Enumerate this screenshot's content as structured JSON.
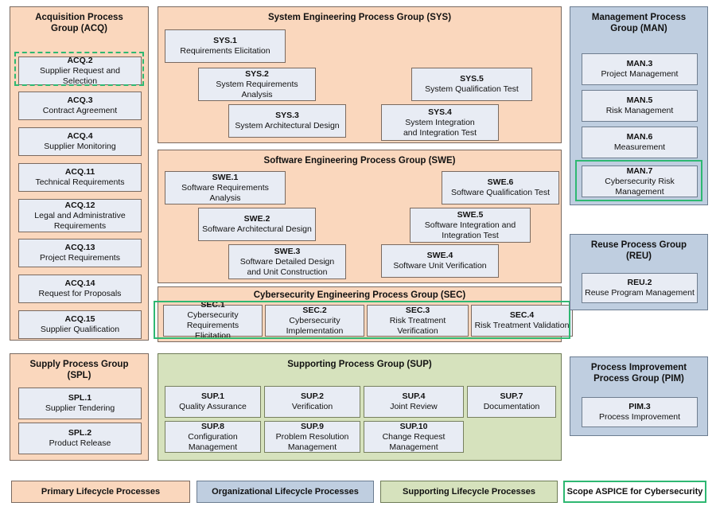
{
  "diagram": {
    "title": "Automotive SPICE Process Reference Model with Cybersecurity Scope",
    "colors": {
      "primary_lifecycle": "#fad7bd",
      "organizational_lifecycle": "#bfcee0",
      "supporting_lifecycle": "#d6e2bd",
      "process_box_fill": "#e8ecf4",
      "scope_highlight": "#2eb872",
      "box_border": "#7a6a60"
    }
  },
  "groups": {
    "acq": {
      "title_line1": "Acquisition Process",
      "title_line2": "Group (ACQ)",
      "category": "primary",
      "processes": [
        {
          "id": "ACQ.2",
          "name_line1": "Supplier Request and Selection",
          "name_line2": "",
          "highlight": "dashed"
        },
        {
          "id": "ACQ.3",
          "name_line1": "Contract Agreement",
          "name_line2": "",
          "highlight": "none"
        },
        {
          "id": "ACQ.4",
          "name_line1": "Supplier Monitoring",
          "name_line2": "",
          "highlight": "none"
        },
        {
          "id": "ACQ.11",
          "name_line1": "Technical Requirements",
          "name_line2": "",
          "highlight": "none"
        },
        {
          "id": "ACQ.12",
          "name_line1": "Legal and Administrative",
          "name_line2": "Requirements",
          "highlight": "none"
        },
        {
          "id": "ACQ.13",
          "name_line1": "Project Requirements",
          "name_line2": "",
          "highlight": "none"
        },
        {
          "id": "ACQ.14",
          "name_line1": "Request for Proposals",
          "name_line2": "",
          "highlight": "none"
        },
        {
          "id": "ACQ.15",
          "name_line1": "Supplier Qualification",
          "name_line2": "",
          "highlight": "none"
        }
      ]
    },
    "sys": {
      "title": "System Engineering Process Group (SYS)",
      "category": "primary",
      "processes": [
        {
          "id": "SYS.1",
          "name_line1": "Requirements Elicitation",
          "name_line2": ""
        },
        {
          "id": "SYS.2",
          "name_line1": "System Requirements Analysis",
          "name_line2": ""
        },
        {
          "id": "SYS.3",
          "name_line1": "System Architectural Design",
          "name_line2": ""
        },
        {
          "id": "SYS.5",
          "name_line1": "System Qualification Test",
          "name_line2": ""
        },
        {
          "id": "SYS.4",
          "name_line1": "System Integration",
          "name_line2": "and Integration Test"
        }
      ]
    },
    "swe": {
      "title": "Software Engineering Process Group (SWE)",
      "category": "primary",
      "processes": [
        {
          "id": "SWE.1",
          "name_line1": "Software Requirements Analysis",
          "name_line2": ""
        },
        {
          "id": "SWE.2",
          "name_line1": "Software Architectural Design",
          "name_line2": ""
        },
        {
          "id": "SWE.3",
          "name_line1": "Software Detailed Design",
          "name_line2": "and Unit Construction"
        },
        {
          "id": "SWE.6",
          "name_line1": "Software Qualification Test",
          "name_line2": ""
        },
        {
          "id": "SWE.5",
          "name_line1": "Software Integration and",
          "name_line2": "Integration Test"
        },
        {
          "id": "SWE.4",
          "name_line1": "Software Unit Verification",
          "name_line2": ""
        }
      ]
    },
    "sec": {
      "title": "Cybersecurity Engineering Process Group (SEC)",
      "category": "primary",
      "highlight": "solid",
      "processes": [
        {
          "id": "SEC.1",
          "name_line1": "Cybersecurity Requirements",
          "name_line2": "Elicitation"
        },
        {
          "id": "SEC.2",
          "name_line1": "Cybersecurity",
          "name_line2": "Implementation"
        },
        {
          "id": "SEC.3",
          "name_line1": "Risk Treatment Verification",
          "name_line2": ""
        },
        {
          "id": "SEC.4",
          "name_line1": "Risk Treatment Validation",
          "name_line2": ""
        }
      ]
    },
    "man": {
      "title_line1": "Management Process",
      "title_line2": "Group (MAN)",
      "category": "organizational",
      "processes": [
        {
          "id": "MAN.3",
          "name_line1": "Project Management",
          "name_line2": "",
          "highlight": "none"
        },
        {
          "id": "MAN.5",
          "name_line1": "Risk Management",
          "name_line2": "",
          "highlight": "none"
        },
        {
          "id": "MAN.6",
          "name_line1": "Measurement",
          "name_line2": "",
          "highlight": "none"
        },
        {
          "id": "MAN.7",
          "name_line1": "Cybersecurity Risk Management",
          "name_line2": "",
          "highlight": "solid"
        }
      ]
    },
    "reu": {
      "title_line1": "Reuse Process Group",
      "title_line2": "(REU)",
      "category": "organizational",
      "processes": [
        {
          "id": "REU.2",
          "name_line1": "Reuse Program Management",
          "name_line2": "",
          "highlight": "none"
        }
      ]
    },
    "pim": {
      "title_line1": "Process Improvement",
      "title_line2": "Process Group (PIM)",
      "category": "organizational",
      "processes": [
        {
          "id": "PIM.3",
          "name_line1": "Process Improvement",
          "name_line2": "",
          "highlight": "none"
        }
      ]
    },
    "spl": {
      "title_line1": "Supply Process Group",
      "title_line2": "(SPL)",
      "category": "primary",
      "processes": [
        {
          "id": "SPL.1",
          "name_line1": "Supplier Tendering",
          "name_line2": "",
          "highlight": "none"
        },
        {
          "id": "SPL.2",
          "name_line1": "Product Release",
          "name_line2": "",
          "highlight": "none"
        }
      ]
    },
    "sup": {
      "title": "Supporting Process Group (SUP)",
      "category": "supporting",
      "processes": [
        {
          "id": "SUP.1",
          "name_line1": "Quality Assurance",
          "name_line2": ""
        },
        {
          "id": "SUP.2",
          "name_line1": "Verification",
          "name_line2": ""
        },
        {
          "id": "SUP.4",
          "name_line1": "Joint Review",
          "name_line2": ""
        },
        {
          "id": "SUP.7",
          "name_line1": "Documentation",
          "name_line2": ""
        },
        {
          "id": "SUP.8",
          "name_line1": "Configuration Management",
          "name_line2": ""
        },
        {
          "id": "SUP.9",
          "name_line1": "Problem Resolution",
          "name_line2": "Management"
        },
        {
          "id": "SUP.10",
          "name_line1": "Change Request",
          "name_line2": "Management"
        }
      ]
    }
  },
  "legend": {
    "items": [
      {
        "label": "Primary Lifecycle Processes",
        "style": "orange"
      },
      {
        "label": "Organizational Lifecycle Processes",
        "style": "blue"
      },
      {
        "label": "Supporting Lifecycle Processes",
        "style": "green"
      },
      {
        "label": "Scope ASPICE for Cybersecurity",
        "style": "scope"
      }
    ]
  }
}
